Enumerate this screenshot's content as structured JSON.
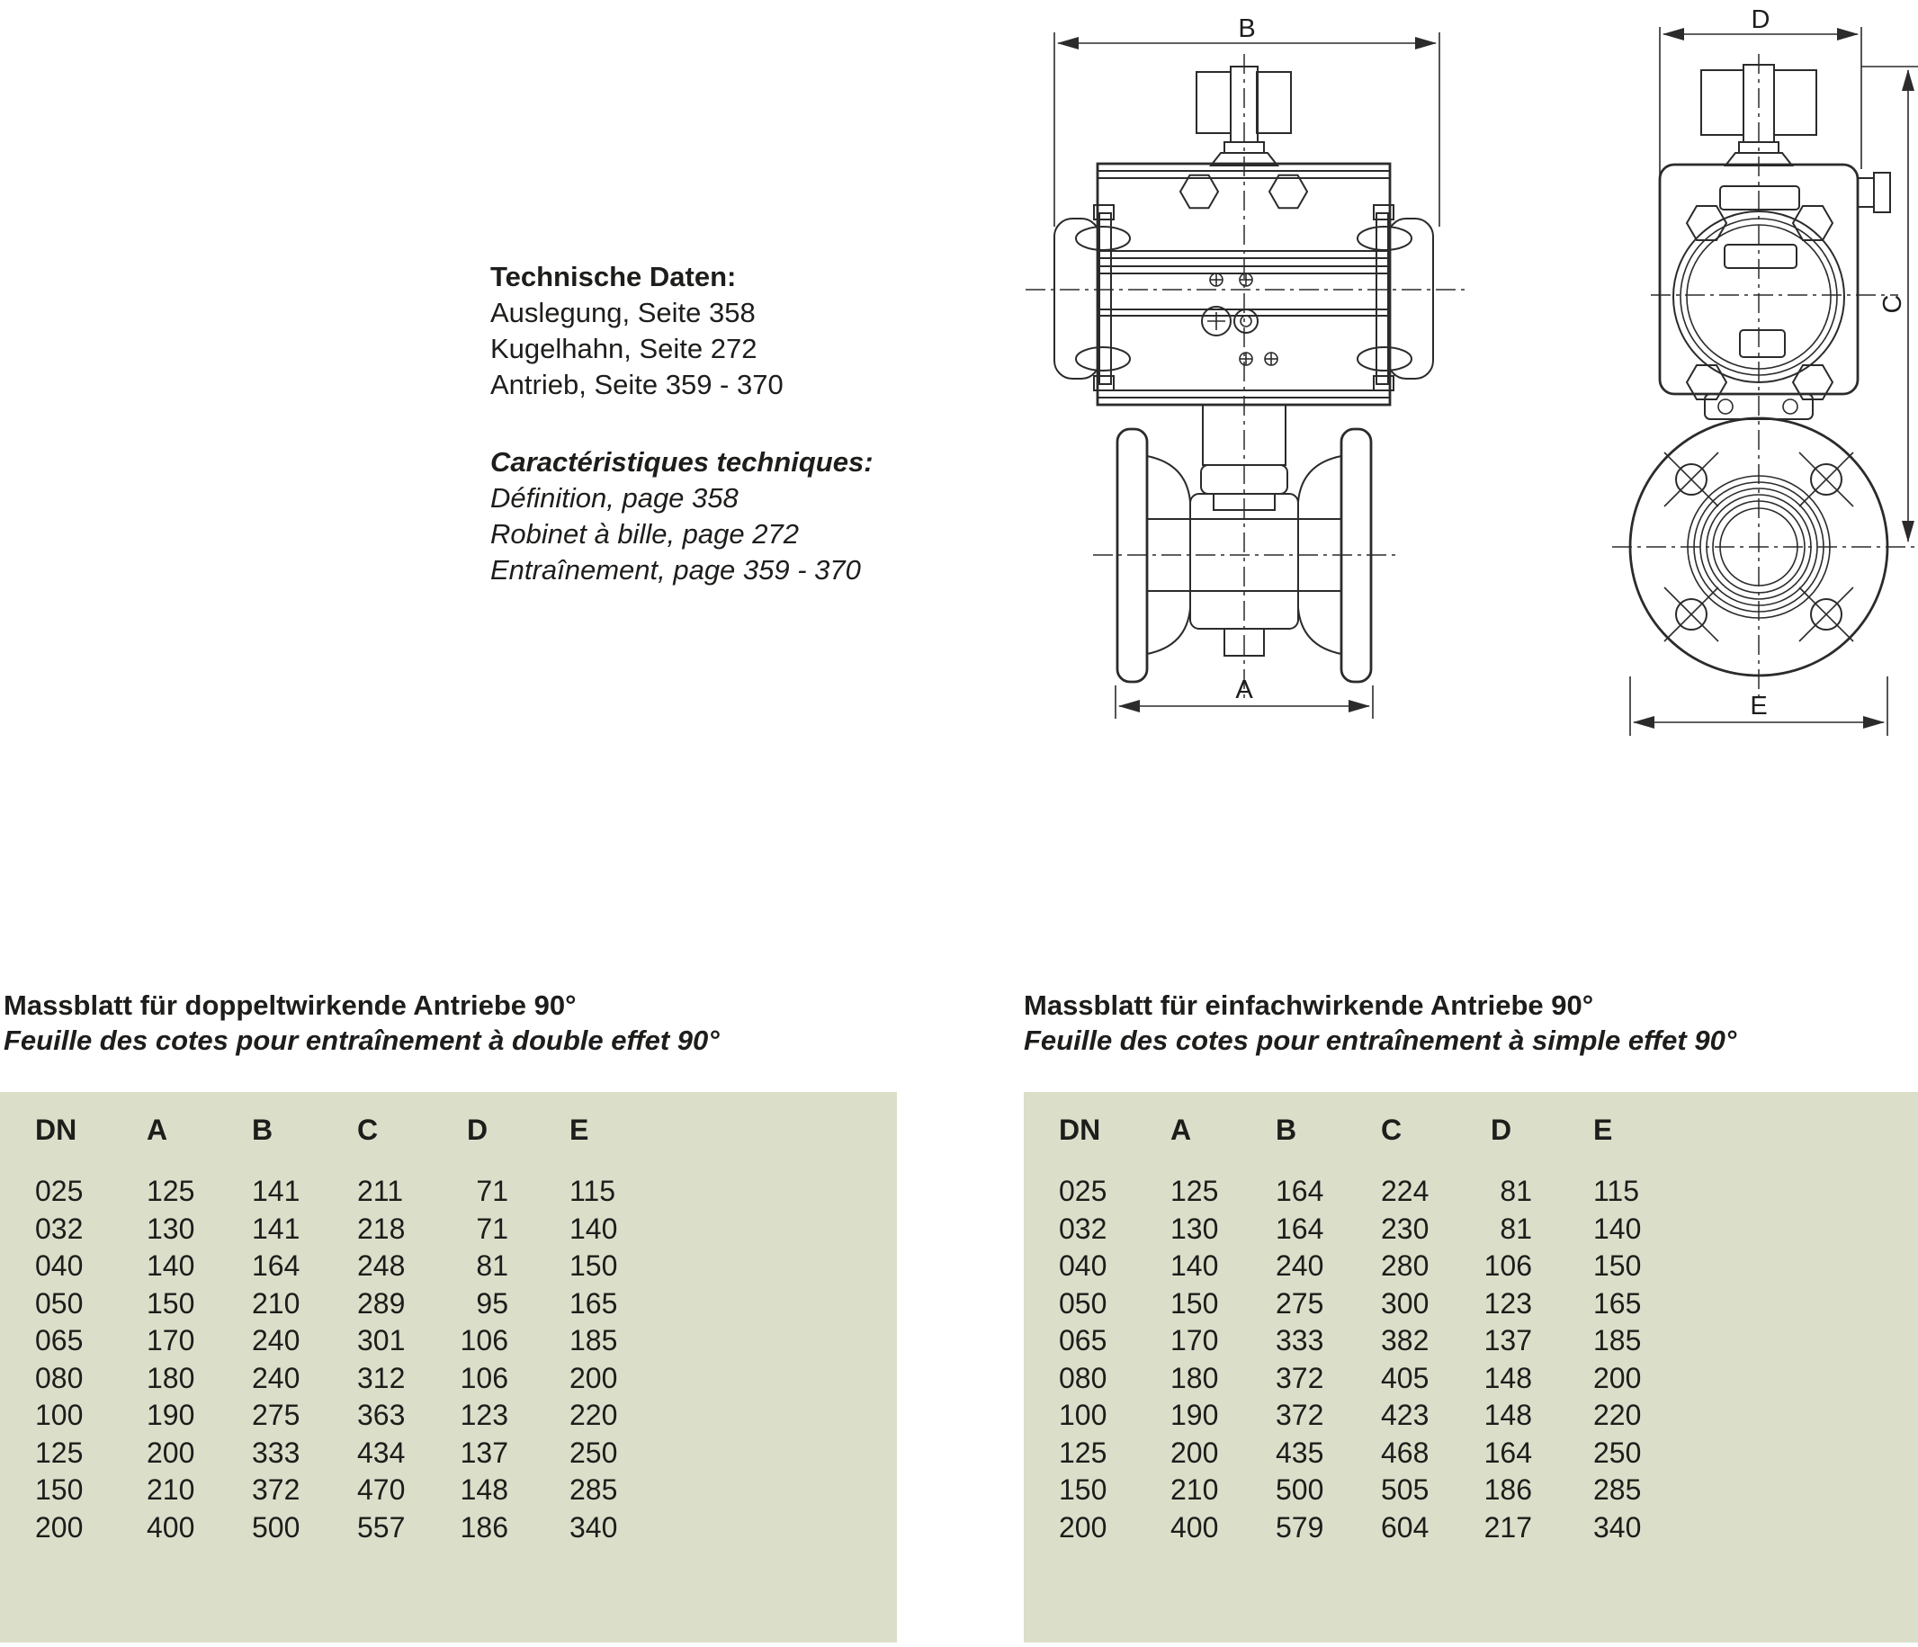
{
  "info_block": {
    "german": {
      "title": "Technische Daten:",
      "lines": [
        "Auslegung, Seite 358",
        "Kugelhahn, Seite 272",
        "Antrieb, Seite 359 - 370"
      ]
    },
    "french": {
      "title": "Caractéristiques techniques:",
      "lines": [
        "Définition, page 358",
        "Robinet à bille, page 272",
        "Entraînement, page 359 - 370"
      ]
    }
  },
  "drawings": {
    "front_view": {
      "labels": {
        "A": "A",
        "B": "B"
      }
    },
    "side_view": {
      "labels": {
        "C": "C",
        "D": "D",
        "E": "E"
      }
    }
  },
  "tables": [
    {
      "title_de": "Massblatt für doppeltwirkende Antriebe 90°",
      "title_fr": "Feuille des cotes pour entraînement à double effet 90°",
      "columns": [
        "DN",
        "A",
        "B",
        "C",
        "D",
        "E"
      ],
      "rows": [
        [
          "025",
          "125",
          "141",
          "211",
          "71",
          "115"
        ],
        [
          "032",
          "130",
          "141",
          "218",
          "71",
          "140"
        ],
        [
          "040",
          "140",
          "164",
          "248",
          "81",
          "150"
        ],
        [
          "050",
          "150",
          "210",
          "289",
          "95",
          "165"
        ],
        [
          "065",
          "170",
          "240",
          "301",
          "106",
          "185"
        ],
        [
          "080",
          "180",
          "240",
          "312",
          "106",
          "200"
        ],
        [
          "100",
          "190",
          "275",
          "363",
          "123",
          "220"
        ],
        [
          "125",
          "200",
          "333",
          "434",
          "137",
          "250"
        ],
        [
          "150",
          "210",
          "372",
          "470",
          "148",
          "285"
        ],
        [
          "200",
          "400",
          "500",
          "557",
          "186",
          "340"
        ]
      ]
    },
    {
      "title_de": "Massblatt für einfachwirkende Antriebe 90°",
      "title_fr": "Feuille des cotes pour entraînement à simple effet 90°",
      "columns": [
        "DN",
        "A",
        "B",
        "C",
        "D",
        "E"
      ],
      "rows": [
        [
          "025",
          "125",
          "164",
          "224",
          "81",
          "115"
        ],
        [
          "032",
          "130",
          "164",
          "230",
          "81",
          "140"
        ],
        [
          "040",
          "140",
          "240",
          "280",
          "106",
          "150"
        ],
        [
          "050",
          "150",
          "275",
          "300",
          "123",
          "165"
        ],
        [
          "065",
          "170",
          "333",
          "382",
          "137",
          "185"
        ],
        [
          "080",
          "180",
          "372",
          "405",
          "148",
          "200"
        ],
        [
          "100",
          "190",
          "372",
          "423",
          "148",
          "220"
        ],
        [
          "125",
          "200",
          "435",
          "468",
          "164",
          "250"
        ],
        [
          "150",
          "210",
          "500",
          "505",
          "186",
          "285"
        ],
        [
          "200",
          "400",
          "579",
          "604",
          "217",
          "340"
        ]
      ]
    }
  ],
  "colors": {
    "table_background": "#dbdfca",
    "text": "#1d1d1b",
    "line": "#2b2b2b"
  }
}
